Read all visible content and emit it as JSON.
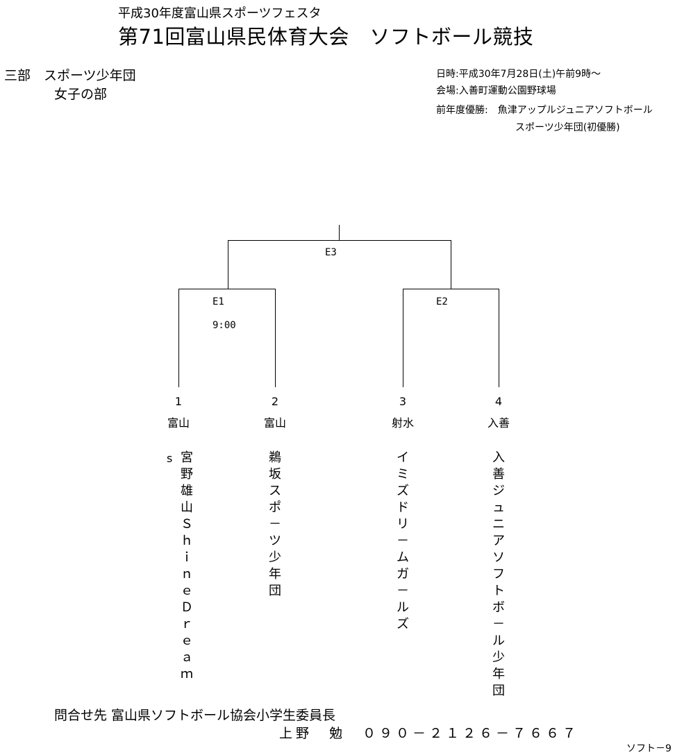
{
  "header": {
    "subtitle": "平成30年度富山県スポーツフェスタ",
    "title": "第71回富山県民体育大会　ソフトボール競技"
  },
  "division": {
    "category": "三部　スポーツ少年団",
    "gender": "女子の部"
  },
  "info": {
    "date": "日時:平成30年7月28日(土)午前9時～",
    "venue": "会場:入善町運動公園野球場",
    "previous_winner_line1": "前年度優勝:　魚津アップルジュニアソフトボール",
    "previous_winner_line2": "スポーツ少年団(初優勝)"
  },
  "bracket": {
    "final": {
      "label": "E3"
    },
    "semi1": {
      "label": "E1",
      "time": "9:00"
    },
    "semi2": {
      "label": "E2"
    }
  },
  "teams": [
    {
      "seed": "1",
      "pref": "富山",
      "name": "宮野雄山Ｓｈｉｎｅ　Ｄｒｅａｍ",
      "extra": "s"
    },
    {
      "seed": "2",
      "pref": "富山",
      "name": "鵜坂スポ－ツ少年団"
    },
    {
      "seed": "3",
      "pref": "射水",
      "name": "イミズ　ドリ－ムガ－ルズ"
    },
    {
      "seed": "4",
      "pref": "入善",
      "name": "入善ジュニアソフトボ－ル少年団"
    }
  ],
  "contact": {
    "line1": "問合せ先 富山県ソフトボール協会小学生委員長",
    "line2": "上野　勉　０９０－２１２６－７６６７"
  },
  "page_note": "ソフト－9"
}
